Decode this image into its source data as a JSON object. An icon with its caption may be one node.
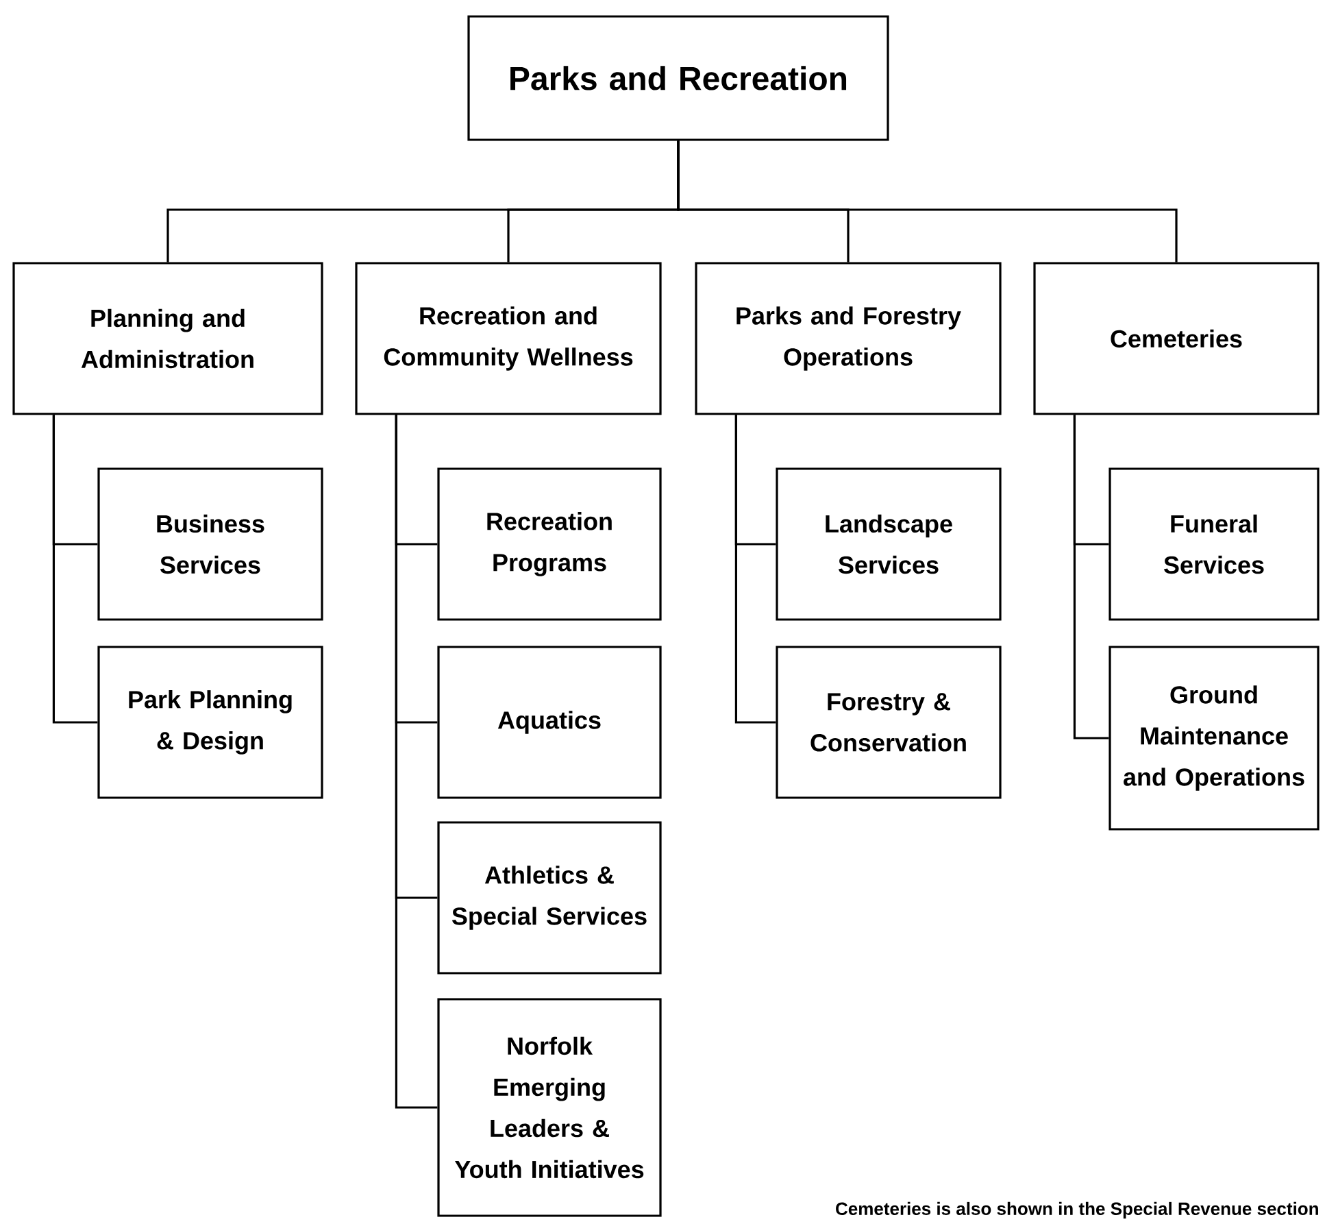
{
  "diagram": {
    "nodes": [
      {
        "text": [
          "Parks and Recreation"
        ]
      },
      {
        "text": [
          "Planning and Administration"
        ]
      },
      {
        "text": [
          "Recreation and Community Wellness"
        ]
      },
      {
        "text": [
          "Parks and Forestry Operations"
        ]
      },
      {
        "text": [
          "Cemeteries"
        ]
      },
      {
        "text": [
          "Business Services"
        ]
      },
      {
        "text": [
          "Park Planning & Design"
        ]
      },
      {
        "text": [
          "Recreation Programs"
        ]
      },
      {
        "text": [
          "Aquatics"
        ]
      },
      {
        "text": [
          "Athletics & Special Services"
        ]
      },
      {
        "text": [
          "Norfolk Emerging Leaders & Youth Initiatives"
        ]
      },
      {
        "text": [
          "Landscape Services"
        ]
      },
      {
        "text": [
          "Forestry & Conservation"
        ]
      },
      {
        "text": [
          "Funeral Services"
        ]
      },
      {
        "text": [
          "Ground Maintenance and Operations"
        ]
      }
    ],
    "edges": [
      {
        "from": 0,
        "to": 1,
        "arrow": "none"
      },
      {
        "from": 0,
        "to": 2,
        "arrow": "none"
      },
      {
        "from": 0,
        "to": 3,
        "arrow": "none"
      },
      {
        "from": 0,
        "to": 4,
        "arrow": "none"
      },
      {
        "from": 1,
        "to": 5,
        "arrow": "none"
      },
      {
        "from": 1,
        "to": 6,
        "arrow": "none"
      },
      {
        "from": 2,
        "to": 7,
        "arrow": "none"
      },
      {
        "from": 2,
        "to": 8,
        "arrow": "none"
      },
      {
        "from": 2,
        "to": 9,
        "arrow": "none"
      },
      {
        "from": 2,
        "to": 10,
        "arrow": "none"
      },
      {
        "from": 3,
        "to": 11,
        "arrow": "none"
      },
      {
        "from": 3,
        "to": 12,
        "arrow": "none"
      },
      {
        "from": 4,
        "to": 13,
        "arrow": "none"
      },
      {
        "from": 4,
        "to": 14,
        "arrow": "none"
      }
    ],
    "labels": [
      "Cemeteries is also shown in the Special Revenue section"
    ]
  }
}
